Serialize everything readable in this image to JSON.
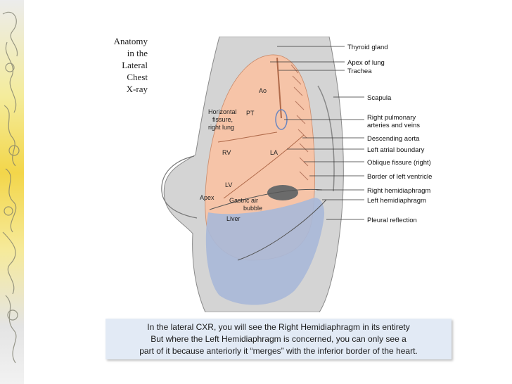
{
  "slide": {
    "title_lines": [
      "Anatomy",
      "in the",
      "Lateral",
      "Chest",
      "X-ray"
    ],
    "caption_lines": [
      "In the lateral CXR, you will see the Right Hemidiaphragm in its entirety",
      "But where the Left Hemidiaphragm is concerned, you can only see a",
      "part of it because anteriorly it “merges” with the inferior border of the heart."
    ]
  },
  "diagram": {
    "right_labels": [
      "Thyroid gland",
      "Apex of lung",
      "Trachea",
      "Scapula",
      "Right pulmonary",
      "arteries and veins",
      "Descending aorta",
      "Left atrial boundary",
      "Oblique fissure (right)",
      "Border of left ventricle",
      "Right hemidiaphragm",
      "Left hemidiaphragm",
      "Pleural reflection"
    ],
    "inner_labels": {
      "ao": "Ao",
      "pt": "PT",
      "horizontal_fissure": [
        "Horizontal",
        "fissure,",
        "right lung"
      ],
      "rv": "RV",
      "la": "LA",
      "lv": "LV",
      "apex": "Apex",
      "gastric_air_bubble": [
        "Gastric air",
        "bubble"
      ],
      "liver": "Liver"
    },
    "colors": {
      "lung": "#f6c4a8",
      "liver": "#a9b8d8",
      "gastric_bubble": "#6b6b6b",
      "background_tissue": "#d4d4d4"
    }
  }
}
